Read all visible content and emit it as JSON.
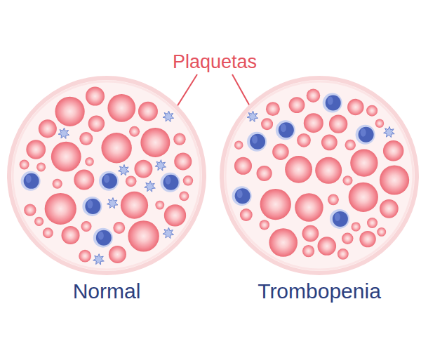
{
  "diagram": {
    "nodes": [
      {
        "text": [
          "Normal"
        ]
      },
      {
        "text": [
          "Trombopenia"
        ]
      }
    ],
    "labels": [
      "Plaquetas"
    ]
  }
}
